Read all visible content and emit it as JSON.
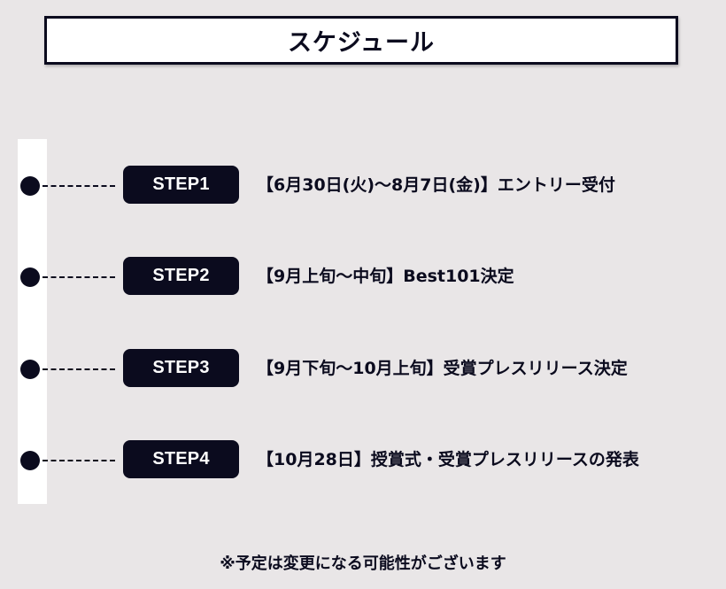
{
  "header": {
    "title": "スケジュール"
  },
  "steps": [
    {
      "label": "STEP1",
      "text": "【6月30日(火)〜8月7日(金)】エントリー受付"
    },
    {
      "label": "STEP2",
      "text": "【9月上旬〜中旬】Best101決定"
    },
    {
      "label": "STEP3",
      "text": "【9月下旬〜10月上旬】受賞プレスリリース決定"
    },
    {
      "label": "STEP4",
      "text": "【10月28日】授賞式・受賞プレスリリースの発表"
    }
  ],
  "footer": {
    "note": "※予定は変更になる可能性がございます"
  },
  "colors": {
    "background": "#e9e6e7",
    "accent": "#0b0b1e",
    "panel": "#ffffff"
  }
}
